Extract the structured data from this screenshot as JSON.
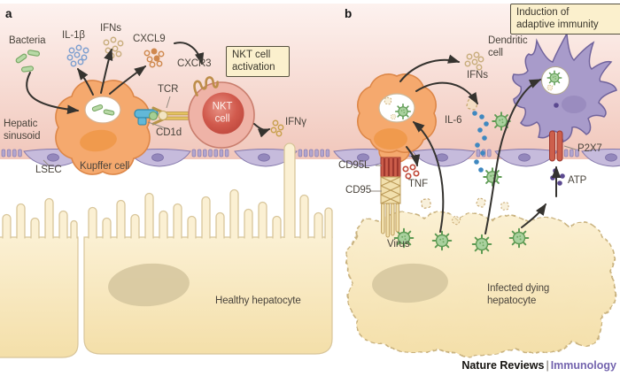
{
  "figure": {
    "panel_a_label": "a",
    "panel_b_label": "b",
    "footer": {
      "journal": "Nature Reviews",
      "divider": "|",
      "section": "Immunology"
    }
  },
  "panel_a": {
    "bacteria": "Bacteria",
    "il1b": "IL-1β",
    "ifns": "IFNs",
    "cxcl9": "CXCL9",
    "cxcr3": "CXCR3",
    "tcr": "TCR",
    "cd1d": "CD1d",
    "nkt_cell": "NKT\ncell",
    "nkt_activation": "NKT cell\nactivation",
    "ifng": "IFNγ",
    "hepatic_sinusoid": "Hepatic\nsinusoid",
    "lsec": "LSEC",
    "kupffer_cell": "Kupffer cell",
    "healthy_hepatocyte": "Healthy hepatocyte"
  },
  "panel_b": {
    "induction": "Induction of\nadaptive immunity",
    "dendritic_cell": "Dendritic\ncell",
    "ifns": "IFNs",
    "il6": "IL-6",
    "p2x7": "P2X7",
    "atp": "ATP",
    "cd95l": "CD95L",
    "cd95": "CD95",
    "tnf": "TNF",
    "virus": "Virus",
    "infected_hepatocyte": "Infected dying\nhepatocyte"
  },
  "palette": {
    "sinusoid_top": "#fdf2ef",
    "sinusoid_bottom": "#f1c7bb",
    "kupffer": "#f5a96e",
    "nkt_outer": "#efb3a7",
    "nkt_core": "#c44b40",
    "dendritic": "#a89bca",
    "lsec": "#c6bbdc",
    "hepatocyte": "#fbf0d3",
    "virus": "#a9d19e",
    "bacteria": "#b8d9a6",
    "il1b_dot": "#7fa0d0",
    "ifn_dot": "#c9ae7e",
    "cxcl9_dot": "#cf8a50",
    "ifng_dot": "#c9a14f",
    "il6_dot": "#3f88c0",
    "tnf_dot": "#c14b3b",
    "atp_dot": "#5b4990",
    "receptor_red": "#cd5f4c",
    "box_bg": "#fbf0cd",
    "arrow": "#35332f"
  }
}
